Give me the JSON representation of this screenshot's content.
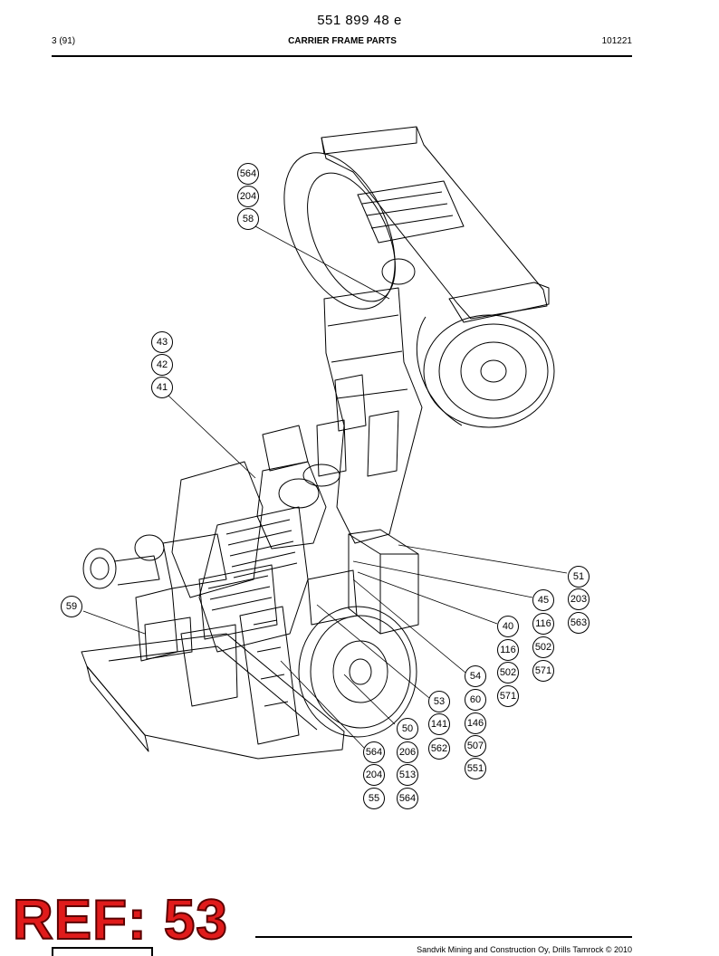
{
  "header": {
    "doc_number": "551 899 48 e",
    "page": "3 (91)",
    "title": "CARRIER FRAME PARTS",
    "code": "101221"
  },
  "callouts": [
    {
      "id": "c564a",
      "label": "564"
    },
    {
      "id": "c204a",
      "label": "204"
    },
    {
      "id": "c58",
      "label": "58"
    },
    {
      "id": "c43",
      "label": "43"
    },
    {
      "id": "c42",
      "label": "42"
    },
    {
      "id": "c41",
      "label": "41"
    },
    {
      "id": "c51",
      "label": "51"
    },
    {
      "id": "c45",
      "label": "45"
    },
    {
      "id": "c203",
      "label": "203"
    },
    {
      "id": "c563",
      "label": "563"
    },
    {
      "id": "c59",
      "label": "59"
    },
    {
      "id": "c40",
      "label": "40"
    },
    {
      "id": "c116a",
      "label": "116"
    },
    {
      "id": "c502a",
      "label": "502"
    },
    {
      "id": "c116b",
      "label": "116"
    },
    {
      "id": "c502b",
      "label": "502"
    },
    {
      "id": "c571a",
      "label": "571"
    },
    {
      "id": "c54",
      "label": "54"
    },
    {
      "id": "c571b",
      "label": "571"
    },
    {
      "id": "c53",
      "label": "53"
    },
    {
      "id": "c60",
      "label": "60"
    },
    {
      "id": "c146",
      "label": "146"
    },
    {
      "id": "c50",
      "label": "50"
    },
    {
      "id": "c141",
      "label": "141"
    },
    {
      "id": "c507",
      "label": "507"
    },
    {
      "id": "c564b",
      "label": "564"
    },
    {
      "id": "c206",
      "label": "206"
    },
    {
      "id": "c562",
      "label": "562"
    },
    {
      "id": "c551",
      "label": "551"
    },
    {
      "id": "c204b",
      "label": "204"
    },
    {
      "id": "c513",
      "label": "513"
    },
    {
      "id": "c55",
      "label": "55"
    },
    {
      "id": "c564c",
      "label": "564"
    }
  ],
  "stamp": {
    "text": "REF: 53",
    "color": "#e01b1b"
  },
  "footer": {
    "text": "Sandvik Mining and Construction Oy, Drills Tamrock © 2010"
  }
}
